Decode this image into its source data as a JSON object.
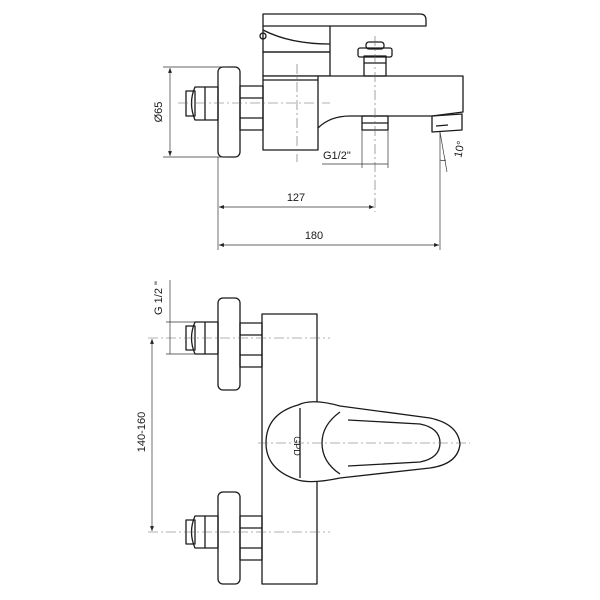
{
  "dimensions": {
    "side_diameter": "Ø65",
    "side_outlet_thread": "G1/2\"",
    "side_angle": "10°",
    "side_length_127": "127",
    "side_length_180": "180",
    "front_inlet_thread": "G 1/2 \"",
    "front_spacing": "140-160"
  },
  "brand_mark": "GPD"
}
